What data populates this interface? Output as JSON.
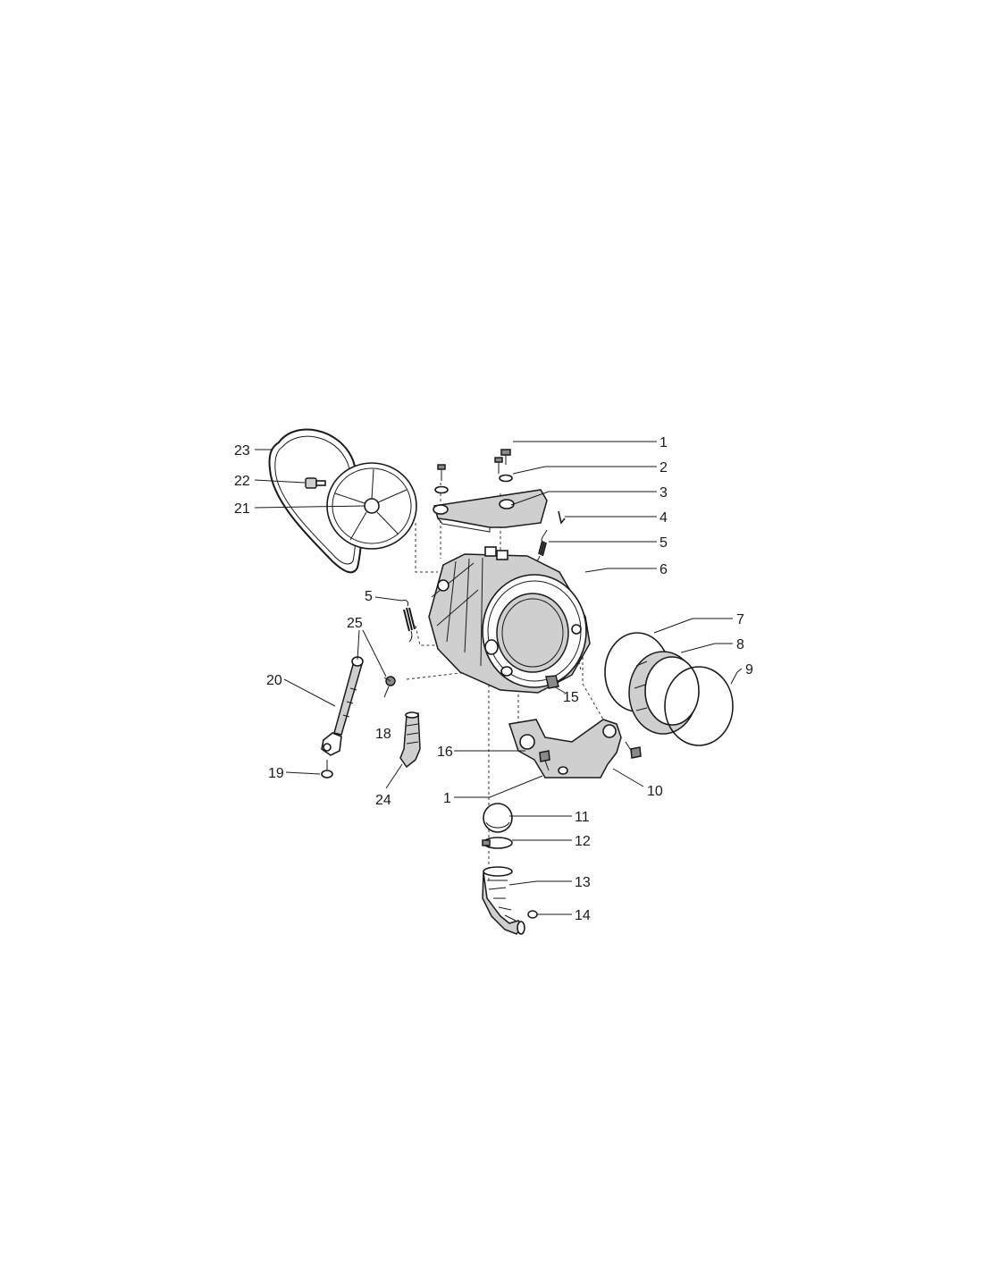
{
  "diagram": {
    "callouts": {
      "c1a": "1",
      "c2": "2",
      "c3": "3",
      "c4": "4",
      "c5a": "5",
      "c6": "6",
      "c7": "7",
      "c8": "8",
      "c9": "9",
      "c10": "10",
      "c11": "11",
      "c12": "12",
      "c13": "13",
      "c14": "14",
      "c15": "15",
      "c16": "16",
      "c1b": "1",
      "c5b": "5",
      "c18": "18",
      "c19": "19",
      "c20": "20",
      "c21": "21",
      "c22": "22",
      "c23": "23",
      "c24": "24",
      "c25": "25"
    }
  }
}
